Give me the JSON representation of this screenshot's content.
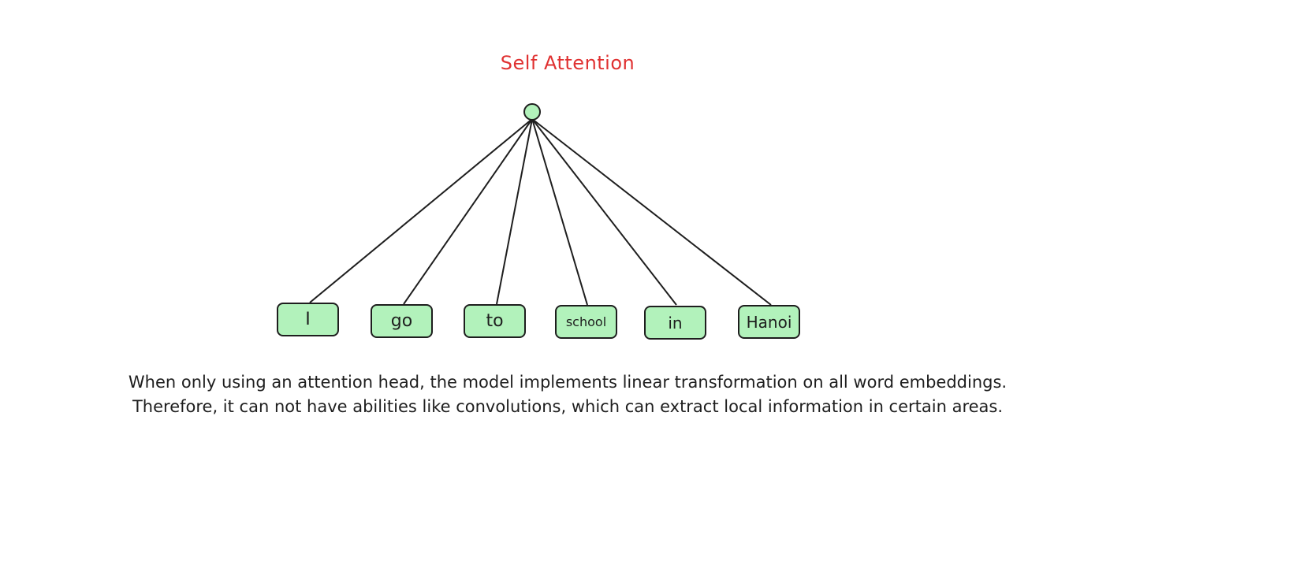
{
  "title": "Self Attention",
  "tokens": [
    "I",
    "go",
    "to",
    "school",
    "in",
    "Hanoi"
  ],
  "caption": {
    "line1": "When only using an attention head, the model implements linear transformation on all word embeddings.",
    "line2": "Therefore, it can not have abilities like convolutions, which can extract local information in certain areas."
  },
  "colors": {
    "title": "#e03131",
    "node_fill": "#b2f2bb",
    "stroke": "#1e1e1e"
  }
}
